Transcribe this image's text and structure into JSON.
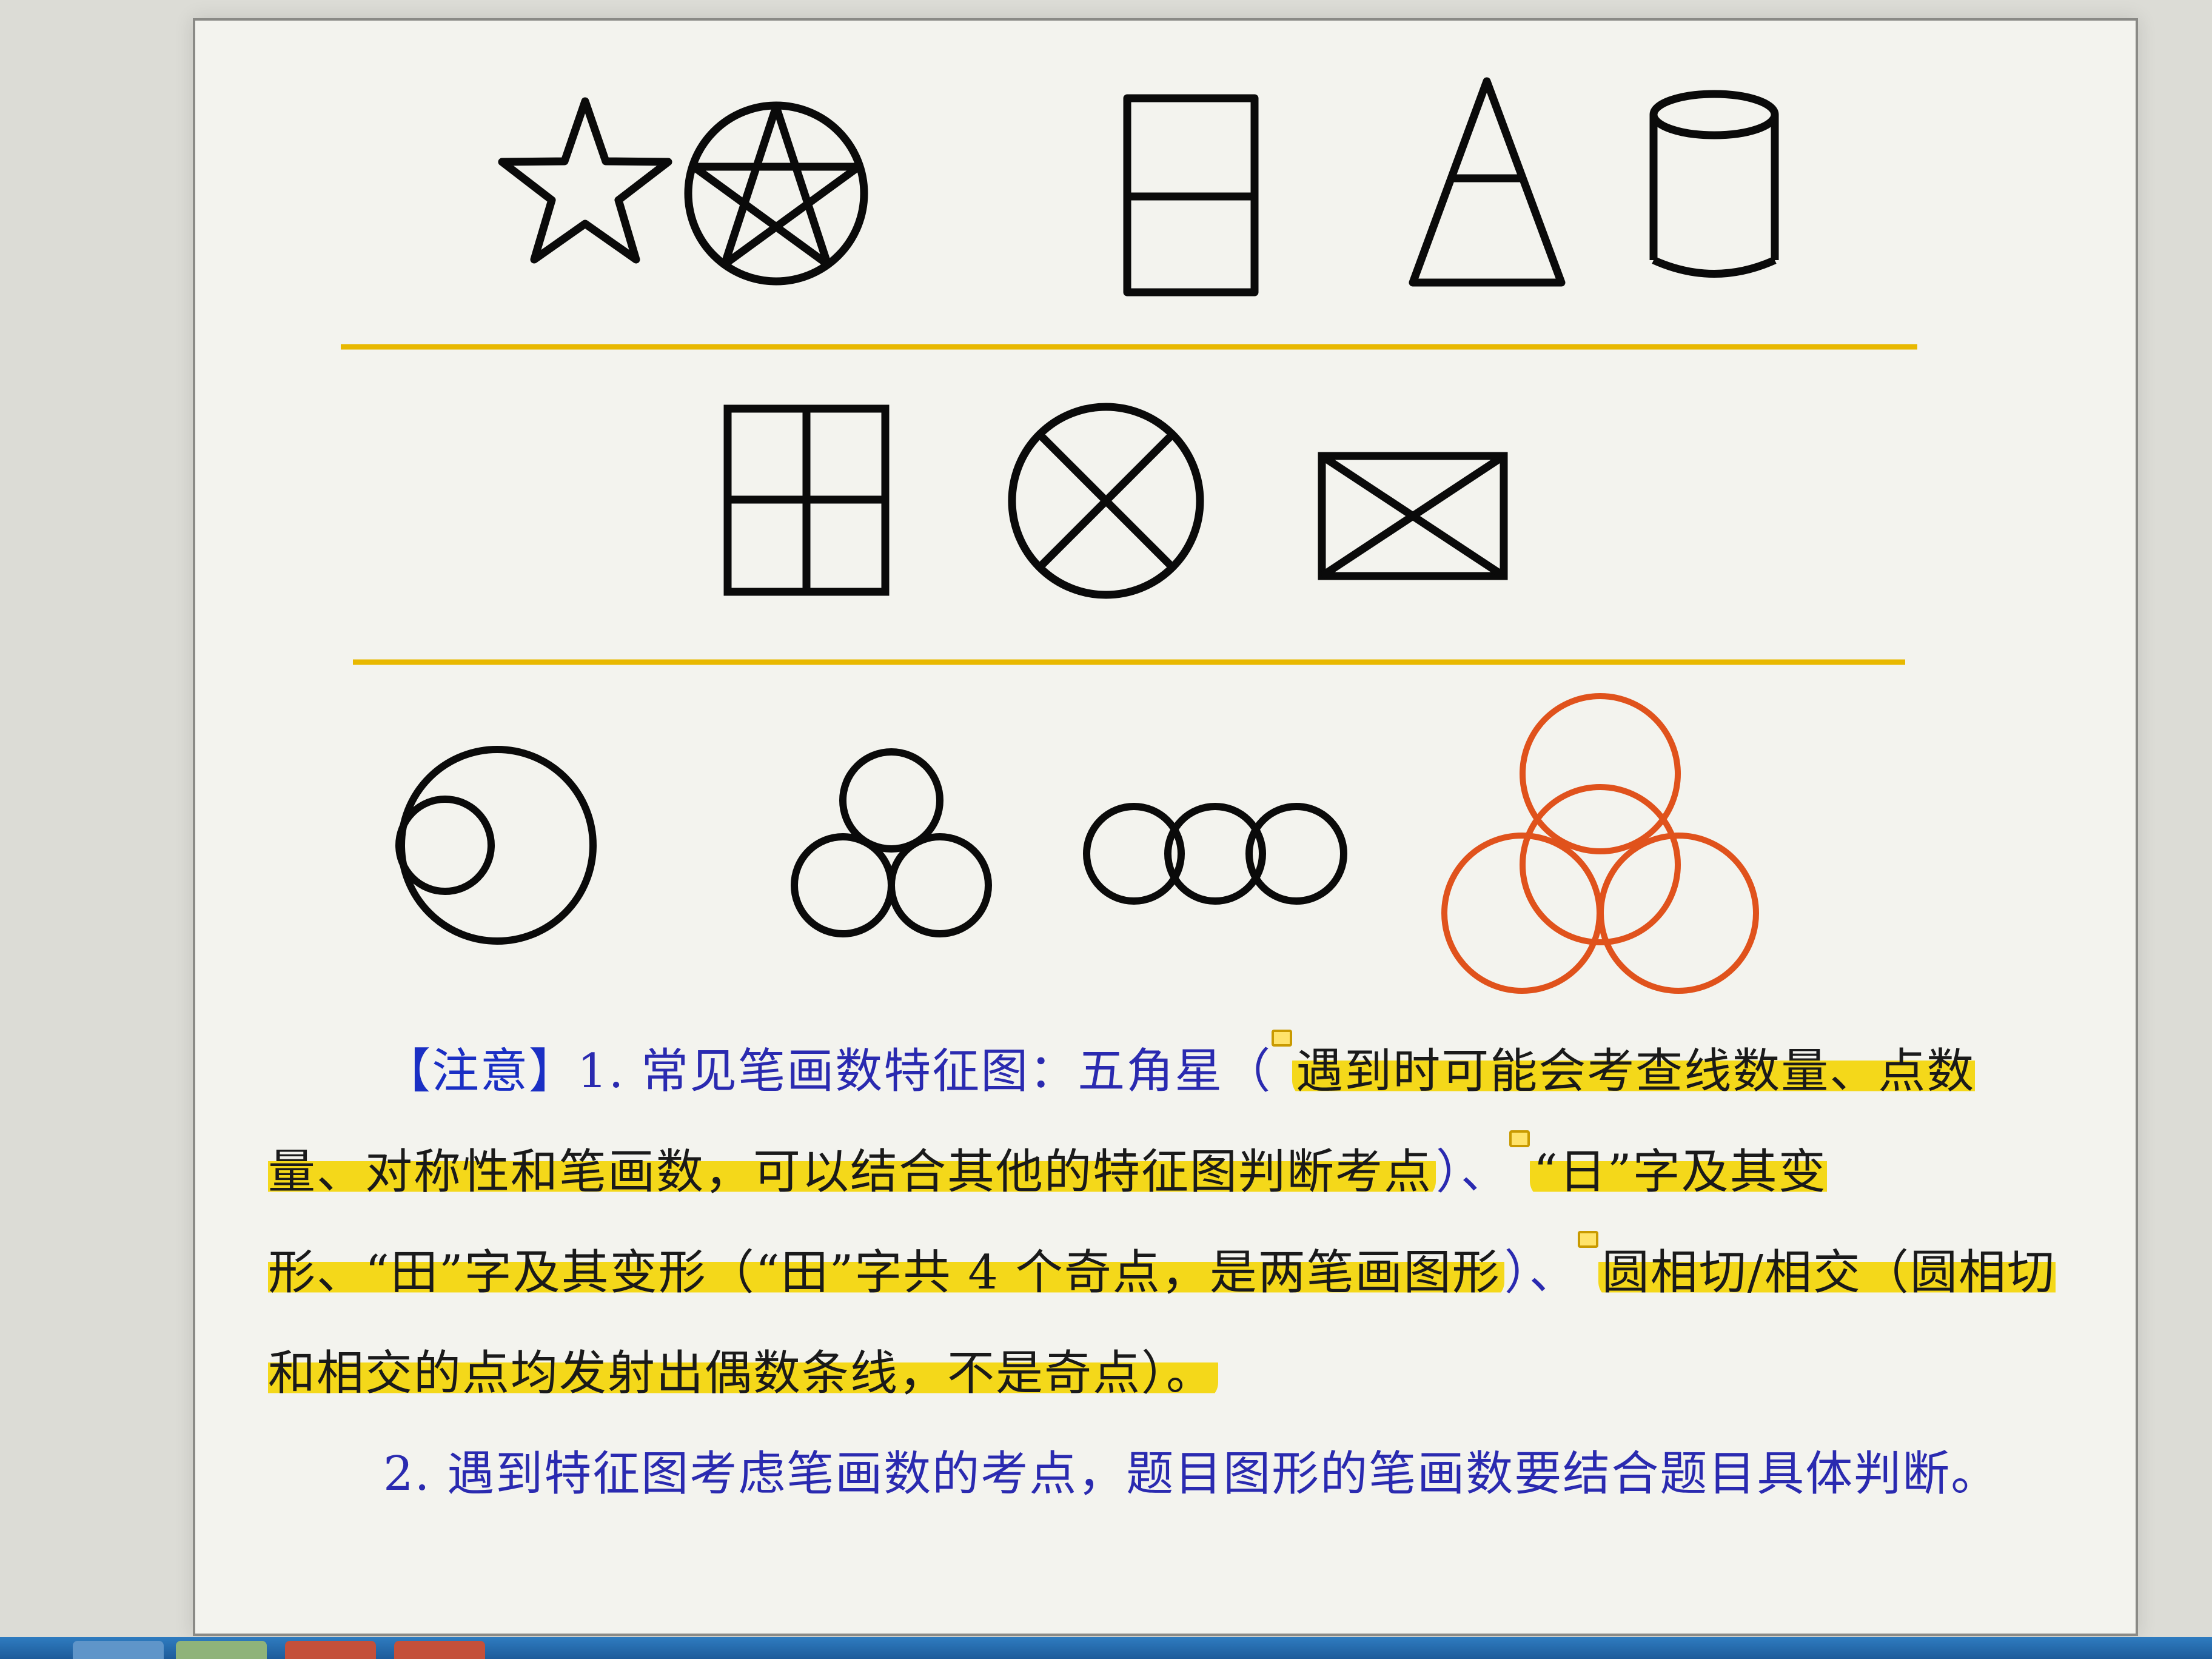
{
  "note": {
    "bracket_open": "【",
    "bracket_word": "注意",
    "bracket_close": "】",
    "p1_lead": "1. 常见笔画数特征图：五角星（",
    "p1_hl1": "遇到时可能会考查线数量、点数量、对称性和笔画数，可以结合其他的特征图判断考点",
    "p1_mid1": "）、",
    "p1_hl2": "“日”字及其变形、“田”字及其变形（“田”字共 4 个奇点，是两笔画图形",
    "p1_mid2": "）、",
    "p1_hl3": "圆相切/相交（圆相切和相交的点均发射出偶数条线，不是奇点）。",
    "p2": "2. 遇到特征图考虑笔画数的考点，题目图形的笔画数要结合题目具体判断。"
  },
  "colors": {
    "highlight": "#f4d81a",
    "divider": "#e8b800",
    "note_text": "#2a2ab0",
    "orange_circles": "#e0521c",
    "shape_stroke": "#0a0a0a"
  },
  "icons": [
    "comment-icon"
  ]
}
